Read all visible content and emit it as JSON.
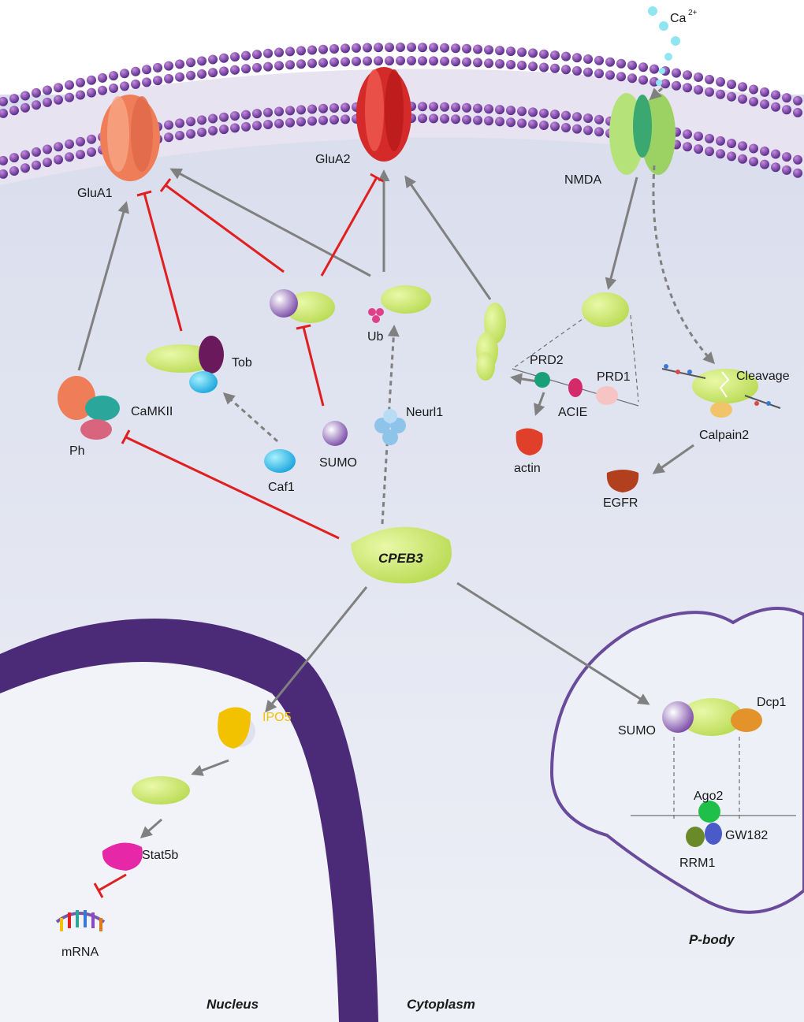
{
  "labels": {
    "ca": "Ca",
    "ca_charge": "2+",
    "glua1": "GluA1",
    "glua2": "GluA2",
    "nmda": "NMDA",
    "tob": "Tob",
    "ub": "Ub",
    "camkii": "CaMKII",
    "ph": "Ph",
    "caf1": "Caf1",
    "sumo_top": "SUMO",
    "neurl1": "Neurl1",
    "prd2": "PRD2",
    "prd1": "PRD1",
    "acie": "ACIE",
    "actin": "actin",
    "cleavage": "Cleavage",
    "calpain2": "Calpain2",
    "egfr": "EGFR",
    "cpeb3": "CPEB3",
    "ipo5": "IPO5",
    "stat5b": "Stat5b",
    "mrna": "mRNA",
    "sumo_pbody": "SUMO",
    "dcp1": "Dcp1",
    "ago2": "Ago2",
    "gw182": "GW182",
    "rrm1": "RRM1",
    "nucleus": "Nucleus",
    "cytoplasm": "Cytoplasm",
    "pbody": "P-body"
  },
  "colors": {
    "membrane": "#5b2a8c",
    "cpeb3": "#c9e56a",
    "activation_arrow": "#808080",
    "inhibition": "#e02020",
    "glua1": "#f0805a",
    "glua2": "#d42a2a",
    "nmda": "#9ad25a",
    "nucleus": "#4b2a78",
    "ipo5": "#f2c200"
  }
}
